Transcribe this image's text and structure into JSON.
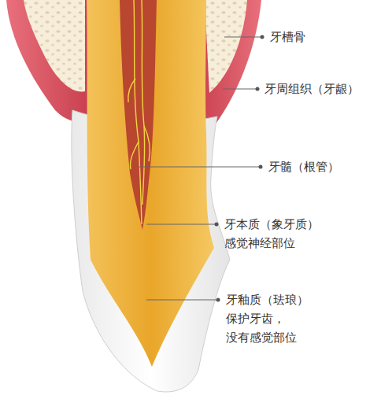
{
  "diagram": {
    "labels": [
      "牙槽骨",
      "牙周组织（牙龈）",
      "牙髓（根管）",
      "牙本质（象牙质） 感觉神经部位",
      "牙釉质（珐琅） 保护牙齿， 没有感觉部位"
    ]
  }
}
